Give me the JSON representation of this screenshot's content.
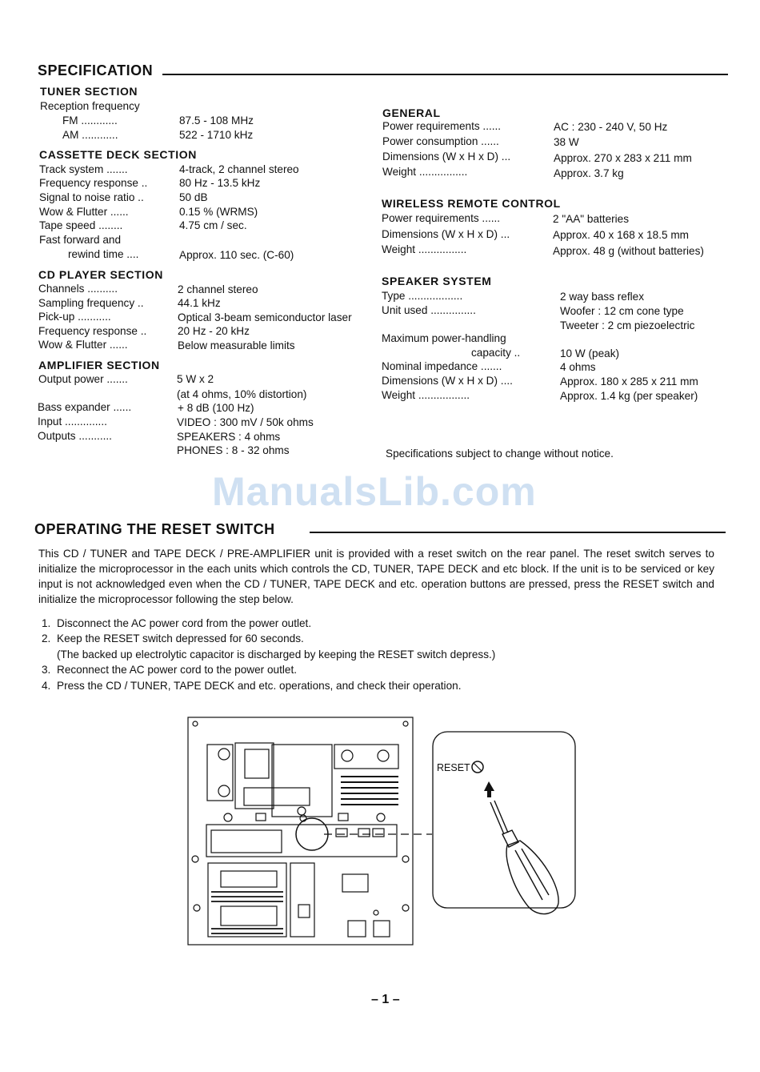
{
  "spec": {
    "title": "SPECIFICATION",
    "tuner": {
      "heading": "TUNER SECTION",
      "rows": [
        {
          "label": "Reception frequency",
          "value": ""
        },
        {
          "label": "FM ............",
          "value": "87.5 - 108 MHz"
        },
        {
          "label": "AM ............",
          "value": "522 - 1710 kHz"
        }
      ]
    },
    "cassette": {
      "heading": "CASSETTE DECK SECTION",
      "rows": [
        {
          "label": "Track system .......",
          "value": "4-track, 2 channel stereo"
        },
        {
          "label": "Frequency response ..",
          "value": "80 Hz - 13.5 kHz"
        },
        {
          "label": "Signal to noise ratio ..",
          "value": "50 dB"
        },
        {
          "label": "Wow & Flutter ......",
          "value": "0.15 % (WRMS)"
        },
        {
          "label": "Tape speed ........",
          "value": "4.75 cm / sec."
        },
        {
          "label": "Fast forward and",
          "value": ""
        },
        {
          "label": "rewind time ....",
          "value": "Approx. 110 sec. (C-60)"
        }
      ]
    },
    "cd": {
      "heading": "CD PLAYER SECTION",
      "rows": [
        {
          "label": "Channels ..........",
          "value": "2 channel stereo"
        },
        {
          "label": "Sampling frequency ..",
          "value": "44.1 kHz"
        },
        {
          "label": "Pick-up ...........",
          "value": "Optical 3-beam semiconductor laser"
        },
        {
          "label": "Frequency response ..",
          "value": "20 Hz - 20 kHz"
        },
        {
          "label": "Wow & Flutter ......",
          "value": "Below measurable limits"
        }
      ]
    },
    "amplifier": {
      "heading": "AMPLIFIER SECTION",
      "rows": [
        {
          "label": "Output power .......",
          "value": "5 W x 2"
        },
        {
          "label": "",
          "value": "(at 4 ohms, 10% distortion)"
        },
        {
          "label": "Bass expander ......",
          "value": "+ 8 dB (100 Hz)"
        },
        {
          "label": "Input ..............",
          "value": "VIDEO : 300 mV / 50k ohms"
        },
        {
          "label": "Outputs ...........",
          "value": "SPEAKERS : 4 ohms"
        },
        {
          "label": "",
          "value": "PHONES : 8 - 32 ohms"
        }
      ]
    },
    "general": {
      "heading": "GENERAL",
      "rows": [
        {
          "label": "Power requirements ......",
          "value": "AC : 230 - 240 V, 50 Hz"
        },
        {
          "label": "Power consumption ......",
          "value": "38 W"
        },
        {
          "label": "Dimensions (W x H x D) ...",
          "value": "Approx. 270 x 283 x 211 mm"
        },
        {
          "label": "Weight ................",
          "value": "Approx. 3.7 kg"
        }
      ]
    },
    "remote": {
      "heading": "WIRELESS REMOTE CONTROL",
      "rows": [
        {
          "label": "Power requirements ......",
          "value": "2 \"AA\" batteries"
        },
        {
          "label": "Dimensions (W x H x D) ...",
          "value": "Approx. 40 x 168 x 18.5 mm"
        },
        {
          "label": "Weight ................",
          "value": "Approx. 48 g (without batteries)"
        }
      ]
    },
    "speaker": {
      "heading": "SPEAKER SYSTEM",
      "rows": [
        {
          "label": "Type ..................",
          "value": "2 way bass reflex"
        },
        {
          "label": "Unit used ...............",
          "value": "Woofer : 12 cm cone type"
        },
        {
          "label": "",
          "value": "Tweeter : 2 cm piezoelectric"
        },
        {
          "label": "Maximum power-handling",
          "value": ""
        },
        {
          "label": "capacity ..",
          "value": "10 W (peak)"
        },
        {
          "label": "Nominal impedance .......",
          "value": "4 ohms"
        },
        {
          "label": "Dimensions (W x H x D) ....",
          "value": "Approx. 180 x 285 x 211 mm"
        },
        {
          "label": "Weight .................",
          "value": "Approx. 1.4 kg (per speaker)"
        }
      ]
    },
    "notice": "Specifications subject to change without notice."
  },
  "watermark": "ManualsLib.com",
  "reset": {
    "title": "OPERATING THE RESET SWITCH",
    "intro": "This CD / TUNER and TAPE DECK / PRE-AMPLIFIER unit is provided with a reset switch on the rear panel. The reset switch serves to initialize the microprocessor in the each units which controls the CD, TUNER, TAPE DECK and etc block. If the unit is to be serviced or key input is not acknowledged even when the CD / TUNER, TAPE DECK and etc. operation buttons are pressed, press the RESET switch and initialize the microprocessor following the step below.",
    "steps": [
      {
        "num": "1.",
        "text": "Disconnect the AC power cord from the power outlet."
      },
      {
        "num": "2.",
        "text": "Keep the RESET switch depressed for 60 seconds."
      },
      {
        "num": "",
        "text": "(The backed up electrolytic capacitor is discharged by keeping the RESET switch depress.)"
      },
      {
        "num": "3.",
        "text": "Reconnect the AC power cord to the power outlet."
      },
      {
        "num": "4.",
        "text": "Press the CD / TUNER, TAPE DECK and etc. operations, and check their operation."
      }
    ],
    "figure_label": "RESET"
  },
  "page_number": "– 1 –"
}
